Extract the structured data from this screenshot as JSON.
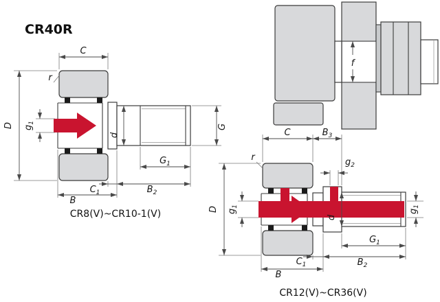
{
  "title": "CR40R",
  "colors": {
    "highlight": "#c9142f"
  },
  "left": {
    "caption": "CR8(V)~CR10-1(V)",
    "dims": {
      "C": {
        "t": "C",
        "s": ""
      },
      "r": {
        "t": "r",
        "s": ""
      },
      "D": {
        "t": "D",
        "s": ""
      },
      "g1": {
        "t": "g",
        "s": "1"
      },
      "d": {
        "t": "d",
        "s": ""
      },
      "G": {
        "t": "G",
        "s": ""
      },
      "G1": {
        "t": "G",
        "s": "1"
      },
      "C1": {
        "t": "C",
        "s": "1"
      },
      "B2": {
        "t": "B",
        "s": "2"
      },
      "B": {
        "t": "B",
        "s": ""
      }
    }
  },
  "mount": {
    "dims": {
      "f": {
        "t": "f",
        "s": ""
      }
    }
  },
  "right": {
    "caption": "CR12(V)~CR36(V)",
    "dims": {
      "C": {
        "t": "C",
        "s": ""
      },
      "B3": {
        "t": "B",
        "s": "3"
      },
      "r": {
        "t": "r",
        "s": ""
      },
      "g2": {
        "t": "g",
        "s": "2"
      },
      "D": {
        "t": "D",
        "s": ""
      },
      "g1_left": {
        "t": "g",
        "s": "1"
      },
      "d": {
        "t": "d",
        "s": ""
      },
      "g1_right": {
        "t": "g",
        "s": "1"
      },
      "G1": {
        "t": "G",
        "s": "1"
      },
      "C1": {
        "t": "C",
        "s": "1"
      },
      "B2": {
        "t": "B",
        "s": "2"
      },
      "B": {
        "t": "B",
        "s": ""
      }
    }
  }
}
